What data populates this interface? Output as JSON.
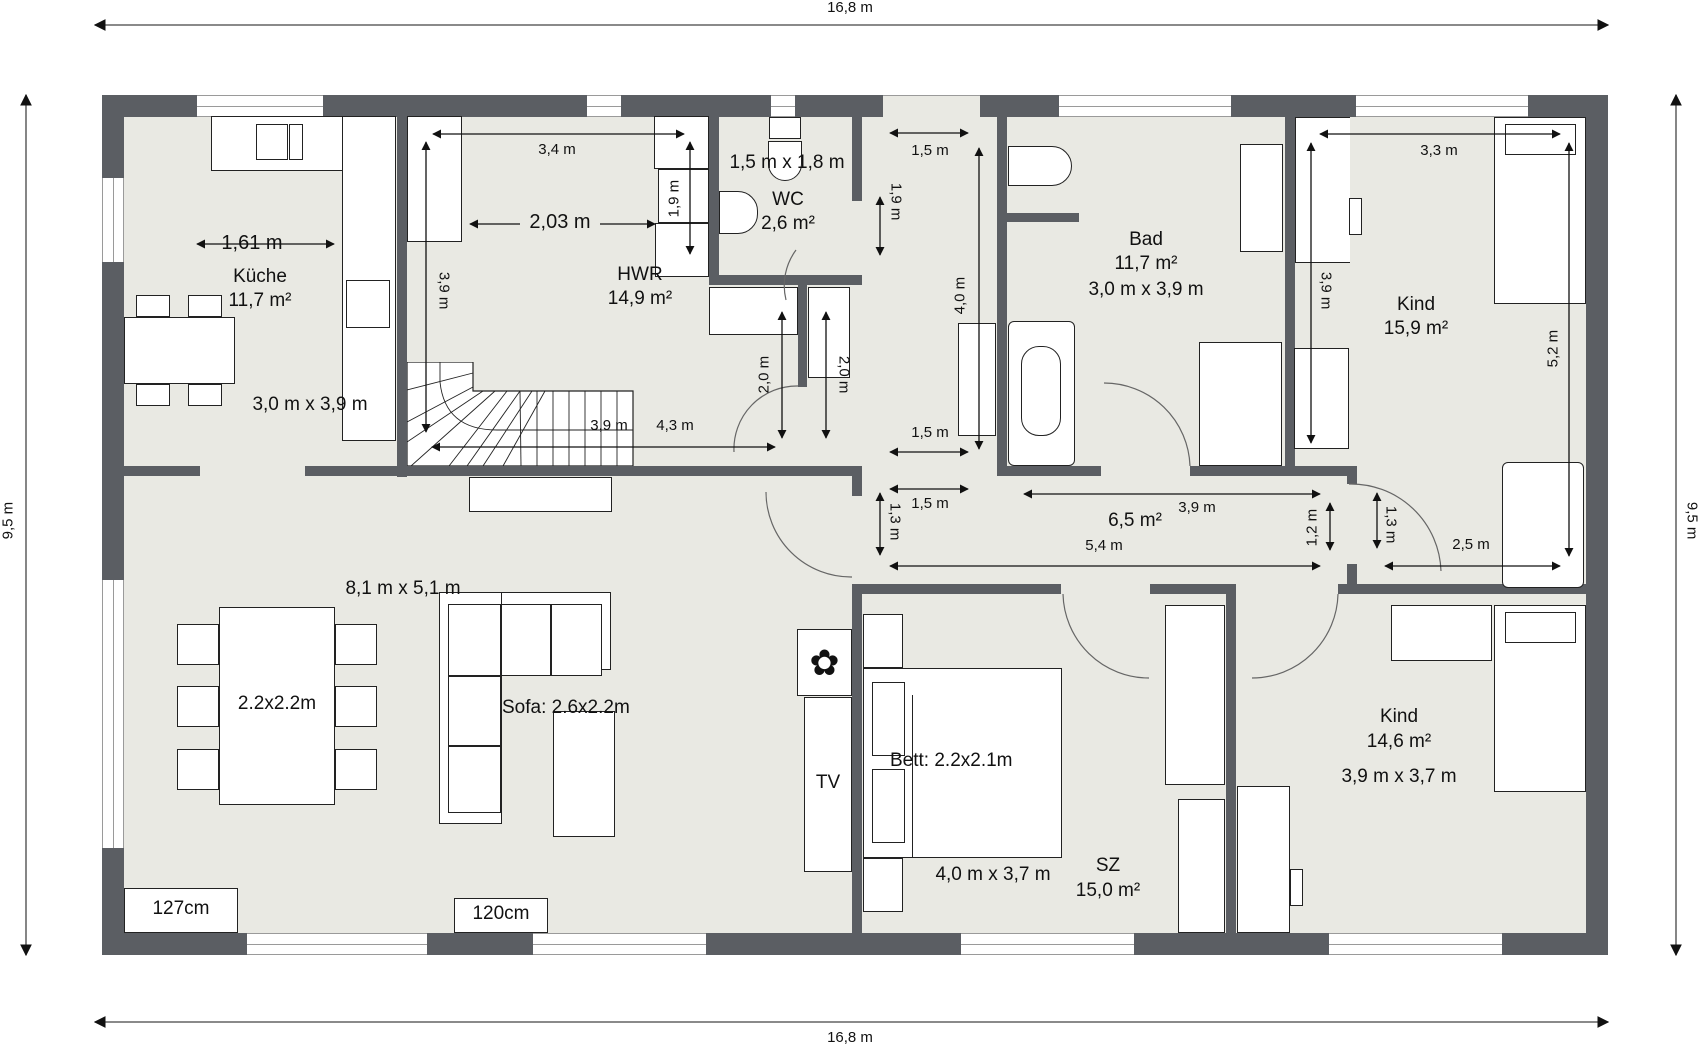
{
  "outer_dimensions": {
    "top_width": "16,8 m",
    "bottom_width": "16,8 m",
    "left_height": "9,5 m",
    "right_height": "9,5 m"
  },
  "rooms": {
    "kueche": {
      "name": "Küche",
      "area": "11,7 m²",
      "size": "3,0 m x 3,9 m",
      "dim_width": "1,61 m"
    },
    "hwr": {
      "name": "HWR",
      "area": "14,9 m²",
      "dim_top": "3,4 m",
      "dim_inner": "2,03 m",
      "dim_left": "3,9 m",
      "dim_right": "1,9 m",
      "dim_stairs": "3,9 m",
      "dim_bottom": "4,3 m",
      "dim_closet_a": "2,0 m",
      "dim_closet_b": "2,0 m"
    },
    "wc": {
      "name": "WC",
      "area": "2,6 m²",
      "size": "1,5 m x 1,8 m",
      "dim_right": "1,9 m"
    },
    "flur_oben": {
      "dim_top": "1,5 m",
      "dim_height": "4,0 m",
      "dim_bottom": "1,5 m"
    },
    "bad": {
      "name": "Bad",
      "area": "11,7 m²",
      "size": "3,0 m x 3,9 m"
    },
    "kind1": {
      "name": "Kind",
      "area": "15,9 m²",
      "dim_top": "3,3 m",
      "dim_left": "3,9 m",
      "dim_right": "5,2 m",
      "dim_door": "1,3 m",
      "dim_bottom": "2,5 m"
    },
    "flur": {
      "area": "6,5 m²",
      "dim_a": "1,5 m",
      "dim_b": "1,3 m",
      "dim_c": "3,9 m",
      "dim_d": "5,4 m",
      "dim_e": "1,2 m"
    },
    "wohnen": {
      "size": "8,1 m x 5,1 m",
      "table": "2.2x2.2m",
      "sofa": "Sofa: 2.6x2.2m",
      "window_a": "127cm",
      "window_b": "120cm",
      "tv": "TV"
    },
    "sz": {
      "name": "SZ",
      "area": "15,0 m²",
      "size": "4,0 m x 3,7 m",
      "bed": "Bett: 2.2x2.1m"
    },
    "kind2": {
      "name": "Kind",
      "area": "14,6 m²",
      "size": "3,9 m x 3,7 m"
    }
  },
  "colors": {
    "wall": "#5b5e63",
    "floor": "#e9e9e3",
    "furniture": "#ffffff",
    "line": "#222222"
  }
}
